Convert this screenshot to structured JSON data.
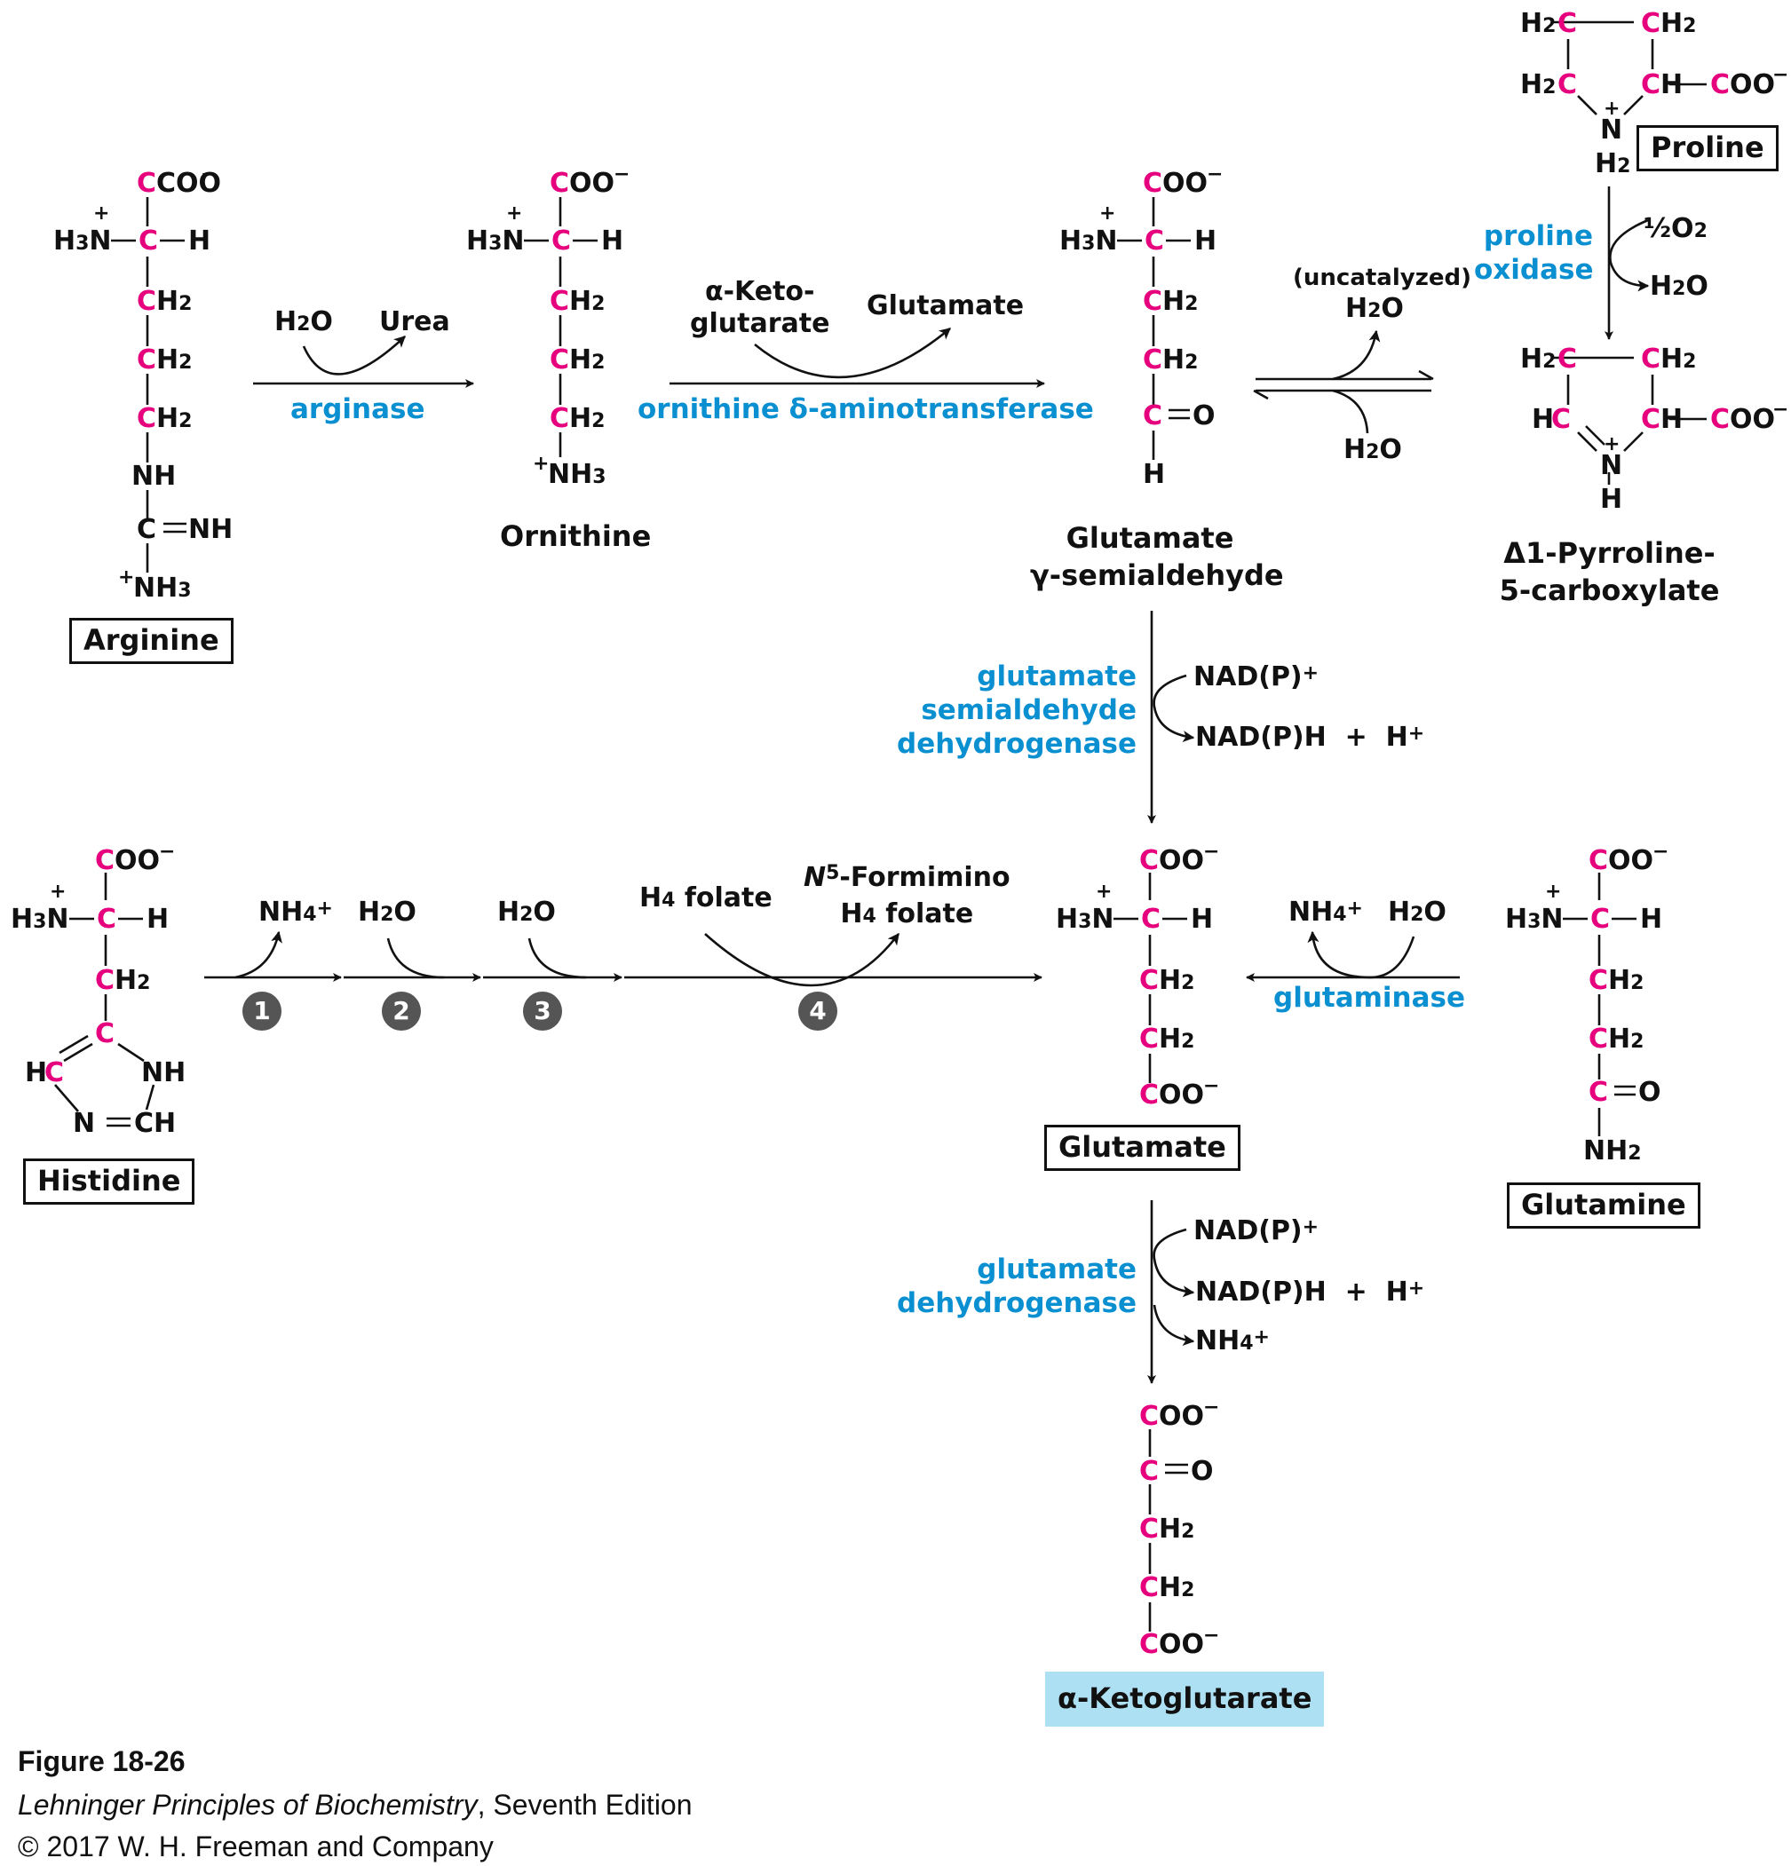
{
  "molecules": {
    "arginine": {
      "name": "Arginine",
      "coo": "COO",
      "h3n": "H3N",
      "h": "H",
      "ch2": "CH",
      "nh": "NH",
      "cnh": "C",
      "cnh_tail": "NH",
      "nh3": "NH3"
    },
    "ornithine": {
      "name": "Ornithine"
    },
    "glutamate_semialdehyde": {
      "name_line1": "Glutamate",
      "name_line2": "γ-semialdehyde",
      "o": "O",
      "h": "H"
    },
    "proline": {
      "name": "Proline"
    },
    "pyrroline": {
      "name_line1": "Δ1-Pyrroline-",
      "name_line2": "5-carboxylate"
    },
    "histidine": {
      "name": "Histidine",
      "hc": "H",
      "nh": "NH",
      "nch": "N",
      "ch": "H"
    },
    "glutamate": {
      "name": "Glutamate"
    },
    "glutamine": {
      "name": "Glutamine",
      "nh2": "NH"
    },
    "alpha_kg": {
      "name": "α-Ketoglutarate"
    }
  },
  "reactions": {
    "arginase": {
      "enzyme": "arginase",
      "in": "H2O",
      "out": "Urea"
    },
    "ornithine_at": {
      "enzyme": "ornithine δ-aminotransferase",
      "in_line1": "α-Keto-",
      "in_line2": "glutarate",
      "out": "Glutamate"
    },
    "uncatalyzed": {
      "label": "(uncatalyzed)",
      "out": "H2O",
      "in": "H2O"
    },
    "proline_oxidase": {
      "enzyme_line1": "proline",
      "enzyme_line2": "oxidase",
      "in": "½O2",
      "out": "H2O"
    },
    "gsa_dh": {
      "enzyme_line1": "glutamate",
      "enzyme_line2": "semialdehyde",
      "enzyme_line3": "dehydrogenase",
      "in": "NAD(P)+",
      "out": "NAD(P)H  +  H+"
    },
    "histidine_path": {
      "s1_out": "NH4+",
      "s2_in": "H2O",
      "s3_in": "H2O",
      "s4_in": "H4 folate",
      "s4_out_line1": "N5-Formimino",
      "s4_out_line2": "H4 folate",
      "steps": [
        "1",
        "2",
        "3",
        "4"
      ]
    },
    "glutaminase": {
      "enzyme": "glutaminase",
      "out": "NH4+",
      "in": "H2O"
    },
    "glu_dh": {
      "enzyme_line1": "glutamate",
      "enzyme_line2": "dehydrogenase",
      "in": "NAD(P)+",
      "out1": "NAD(P)H  +  H+",
      "out2": "NH4+"
    }
  },
  "caption": {
    "figure": "Figure 18-26",
    "book_title": "Lehninger Principles of Biochemistry",
    "edition": ", Seventh Edition",
    "copyright": "© 2017 W. H. Freeman and Company"
  },
  "colors": {
    "carbon_highlight": "#e6007e",
    "enzyme": "#0a8fd1",
    "product_highlight": "#aee0f3"
  }
}
